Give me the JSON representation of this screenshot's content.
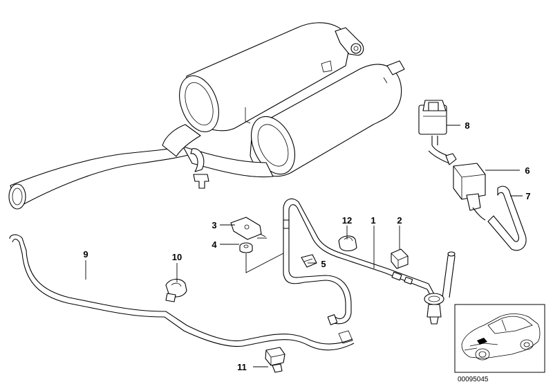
{
  "callouts": [
    {
      "id": "1",
      "text": "1"
    },
    {
      "id": "2",
      "text": "2"
    },
    {
      "id": "3",
      "text": "3"
    },
    {
      "id": "4",
      "text": "4"
    },
    {
      "id": "5",
      "text": "5"
    },
    {
      "id": "6",
      "text": "6"
    },
    {
      "id": "7",
      "text": "7"
    },
    {
      "id": "8",
      "text": "8"
    },
    {
      "id": "9",
      "text": "9"
    },
    {
      "id": "10",
      "text": "10"
    },
    {
      "id": "11",
      "text": "11"
    },
    {
      "id": "12",
      "text": "12"
    }
  ],
  "diagram_number": "00095045",
  "inset": {
    "icon": "car-side-icon"
  }
}
